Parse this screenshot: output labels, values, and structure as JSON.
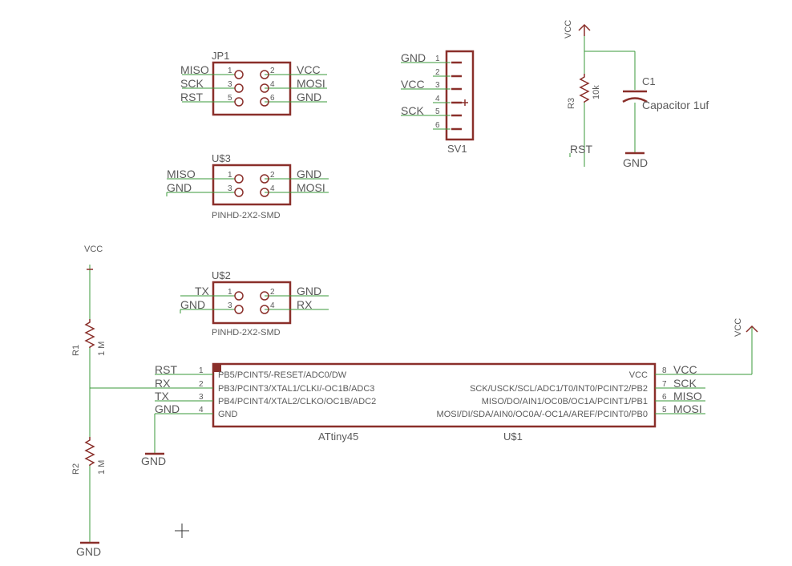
{
  "jp1": {
    "name": "JP1",
    "pins": [
      "1",
      "2",
      "3",
      "4",
      "5",
      "6"
    ],
    "left_nets": [
      "MISO",
      "SCK",
      "RST"
    ],
    "right_nets": [
      "VCC",
      "MOSI",
      "GND"
    ]
  },
  "sv1": {
    "name": "SV1",
    "pins": [
      "1",
      "2",
      "3",
      "4",
      "5",
      "6"
    ],
    "nets": [
      "GND",
      "VCC",
      "SCK"
    ]
  },
  "u3": {
    "name": "U$3",
    "value": "PINHD-2X2-SMD",
    "pins": [
      "1",
      "2",
      "3",
      "4"
    ],
    "left_nets": [
      "MISO",
      "GND"
    ],
    "right_nets": [
      "GND",
      "MOSI"
    ]
  },
  "u2": {
    "name": "U$2",
    "value": "PINHD-2X2-SMD",
    "pins": [
      "1",
      "2",
      "3",
      "4"
    ],
    "left_nets": [
      "TX",
      "GND"
    ],
    "right_nets": [
      "GND",
      "RX"
    ]
  },
  "r3": {
    "name": "R3",
    "value": "10k"
  },
  "c1": {
    "name": "C1",
    "value": "Capacitor 1uf"
  },
  "r1": {
    "name": "R1",
    "value": "1 M"
  },
  "r2": {
    "name": "R2",
    "value": "1 M"
  },
  "supplies": {
    "vcc": "VCC",
    "gnd": "GND",
    "rst": "RST"
  },
  "u1": {
    "name": "U$1",
    "value": "ATtiny45",
    "left_pins": [
      {
        "num": "1",
        "net": "RST",
        "func": "PB5/PCINT5/-RESET/ADC0/DW"
      },
      {
        "num": "2",
        "net": "RX",
        "func": "PB3/PCINT3/XTAL1/CLKI/-OC1B/ADC3"
      },
      {
        "num": "3",
        "net": "TX",
        "func": "PB4/PCINT4/XTAL2/CLKO/OC1B/ADC2"
      },
      {
        "num": "4",
        "net": "GND",
        "func": "GND"
      }
    ],
    "right_pins": [
      {
        "num": "8",
        "net": "VCC",
        "func": "VCC"
      },
      {
        "num": "7",
        "net": "SCK",
        "func": "SCK/USCK/SCL/ADC1/T0/INT0/PCINT2/PB2"
      },
      {
        "num": "6",
        "net": "MISO",
        "func": "MISO/DO/AIN1/OC0B/OC1A/PCINT1/PB1"
      },
      {
        "num": "5",
        "net": "MOSI",
        "func": "MOSI/DI/SDA/AIN0/OC0A/-OC1A/AREF/PCINT0/PB0"
      }
    ]
  }
}
